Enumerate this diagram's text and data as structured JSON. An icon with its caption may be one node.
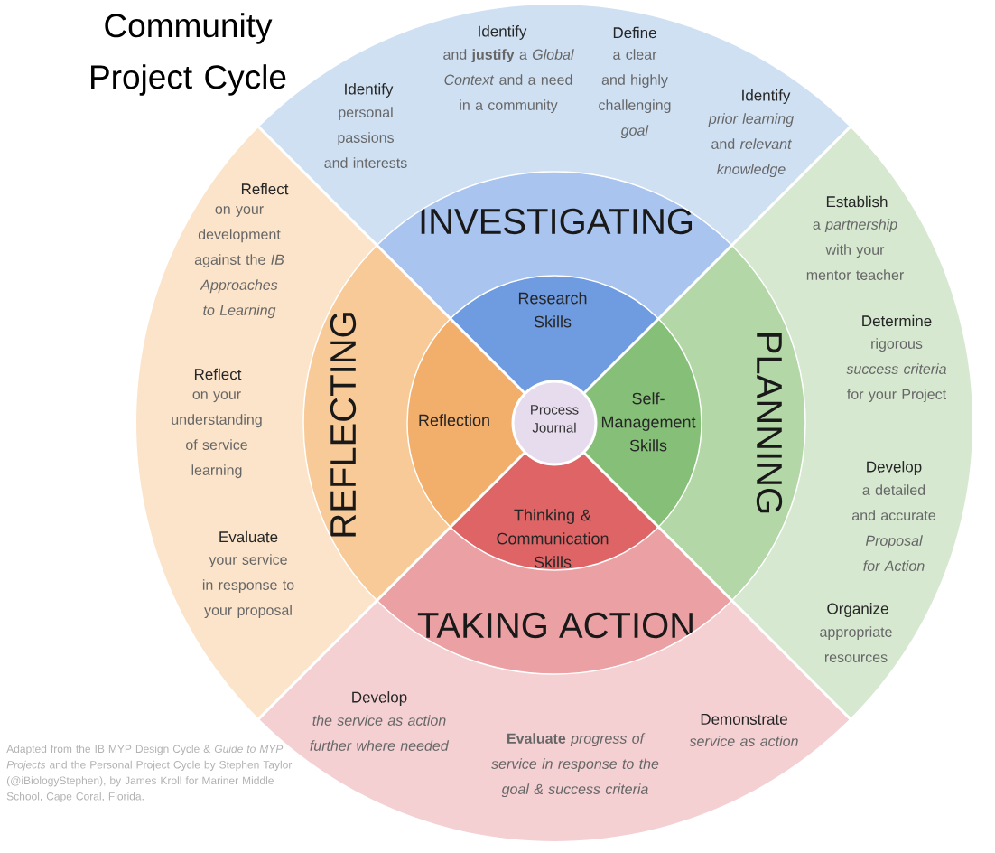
{
  "diagram": {
    "title": "Community Project Cycle",
    "nodes": [
      {
        "text": [
          "Process Journal"
        ]
      },
      {
        "text": [
          "Research Skills"
        ]
      },
      {
        "text": [
          "Self-Management Skills"
        ]
      },
      {
        "text": [
          "Thinking & Communication Skills"
        ]
      },
      {
        "text": [
          "Reflection"
        ]
      },
      {
        "text": [
          "INVESTIGATING"
        ]
      },
      {
        "text": [
          "PLANNING"
        ]
      },
      {
        "text": [
          "TAKING ACTION"
        ]
      },
      {
        "text": [
          "REFLECTING"
        ]
      },
      {
        "text": [
          "Identify",
          "personal passions and interests",
          "Identify",
          "and **justify** a *Global Context* and a need in a community",
          "Define",
          "a clear and highly challenging *goal*",
          "Identify",
          "*prior learning* and *relevant knowledge*"
        ]
      },
      {
        "text": [
          "Establish",
          "a *partnership* with your mentor teacher",
          "Determine",
          "rigorous *success criteria* for your Project",
          "Develop",
          "a detailed and accurate *Proposal for Action*",
          "Organize",
          "appropriate resources"
        ]
      },
      {
        "text": [
          "Develop",
          "*the service as action further where needed*",
          "**Evaluate** *progress of service in response to the goal & success criteria*",
          "Demonstrate",
          "*service as action*"
        ]
      },
      {
        "text": [
          "Reflect",
          "on your development against the *IB Approaches to Learning*",
          "Reflect",
          "on your understanding of service learning",
          "Evaluate",
          "your service in response to your proposal"
        ]
      }
    ],
    "labels": [
      "Adapted from the IB MYP Design Cycle & *Guide to MYP Projects* and the Personal Project Cycle by Stephen Taylor (@iBiologyStephen), by James Kroll for Mariner Middle School, Cape Coral, Florida."
    ]
  }
}
